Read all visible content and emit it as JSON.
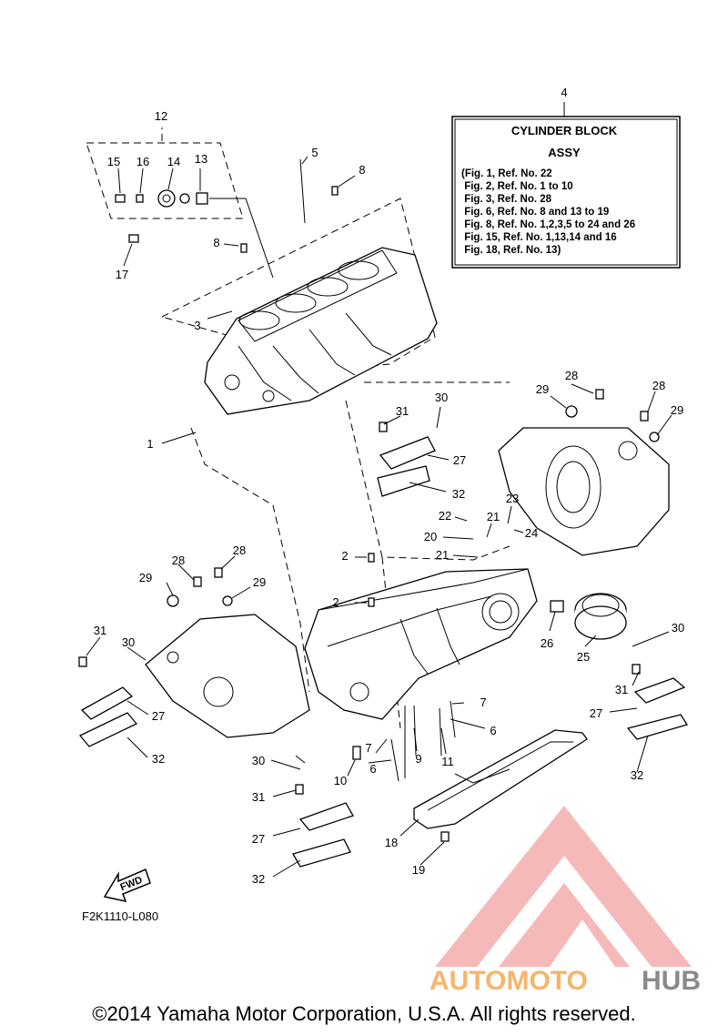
{
  "info_box": {
    "callout": "4",
    "title_line1": "CYLINDER BLOCK",
    "title_line2": "ASSY",
    "lines": [
      "(Fig. 1, Ref. No. 22",
      " Fig. 2, Ref. No. 1 to 10",
      " Fig. 3, Ref. No. 28",
      " Fig. 6, Ref. No. 8 and 13 to 19",
      " Fig. 8, Ref. No. 1,2,3,5 to 24 and 26",
      " Fig. 15, Ref. No. 1,13,14 and 16",
      " Fig. 18, Ref. No. 13)"
    ]
  },
  "callouts": {
    "c1": "1",
    "c2a": "2",
    "c2b": "2",
    "c3": "3",
    "c5": "5",
    "c6a": "6",
    "c6b": "6",
    "c7a": "7",
    "c7b": "7",
    "c8a": "8",
    "c8b": "8",
    "c9": "9",
    "c10": "10",
    "c11": "11",
    "c12": "12",
    "c13": "13",
    "c14": "14",
    "c15": "15",
    "c16": "16",
    "c17": "17",
    "c18": "18",
    "c19": "19",
    "c20": "20",
    "c21a": "21",
    "c21b": "21",
    "c22": "22",
    "c23": "23",
    "c24": "24",
    "c25": "25",
    "c26": "26",
    "c27a": "27",
    "c27b": "27",
    "c27c": "27",
    "c27d": "27",
    "c28a": "28",
    "c28b": "28",
    "c28c": "28",
    "c28d": "28",
    "c29a": "29",
    "c29b": "29",
    "c29c": "29",
    "c29d": "29",
    "c30a": "30",
    "c30b": "30",
    "c30c": "30",
    "c30d": "30",
    "c31a": "31",
    "c31b": "31",
    "c31c": "31",
    "c31d": "31",
    "c32a": "32",
    "c32b": "32",
    "c32c": "32",
    "c32d": "32"
  },
  "fwd_label": "FWD",
  "figure_code": "F2K1110-L080",
  "copyright": "©2014 Yamaha Motor Corporation, U.S.A. All rights reserved.",
  "watermark": {
    "part1": "AUTOMOTO",
    "part2": "HUB",
    "color1": "#f6b56d",
    "color2": "#8a8a8a",
    "logo_color": "#f08a8a"
  }
}
